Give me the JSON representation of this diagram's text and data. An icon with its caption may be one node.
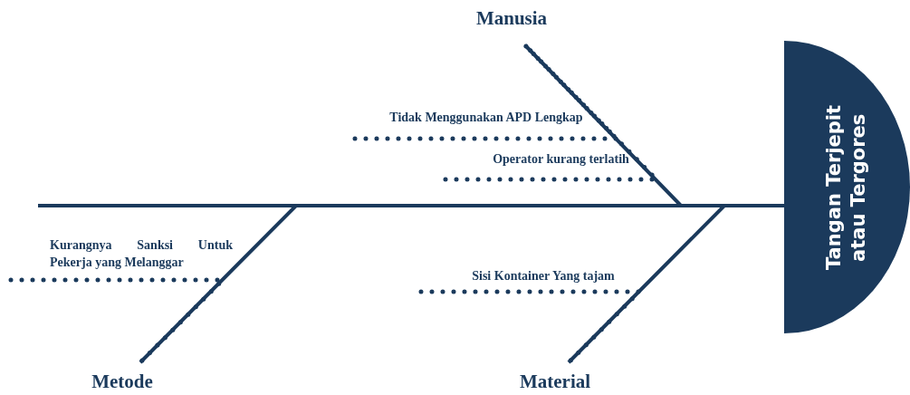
{
  "diagram": {
    "nodes": [
      {
        "text": [
          "Tangan Terjepit atau Tergores"
        ]
      },
      {
        "text": [
          "Manusia"
        ]
      },
      {
        "text": [
          "Tidak Menggunakan APD Lengkap"
        ]
      },
      {
        "text": [
          "Operator kurang terlatih"
        ]
      },
      {
        "text": [
          "Metode"
        ]
      },
      {
        "text": [
          "Kurangnya Sanksi Untuk Pekerja yang Melanggar"
        ]
      },
      {
        "text": [
          "Material"
        ]
      },
      {
        "text": [
          "Sisi Kontainer Yang tajam"
        ]
      }
    ],
    "edges": [
      {
        "from": 1,
        "to": 0,
        "arrow": "none"
      },
      {
        "from": 4,
        "to": 0,
        "arrow": "none"
      },
      {
        "from": 6,
        "to": 0,
        "arrow": "none"
      },
      {
        "from": 2,
        "to": 1,
        "arrow": "none",
        "style": "dashed"
      },
      {
        "from": 3,
        "to": 1,
        "arrow": "none",
        "style": "dashed"
      },
      {
        "from": 5,
        "to": 4,
        "arrow": "none",
        "style": "dashed"
      },
      {
        "from": 7,
        "to": 6,
        "arrow": "none",
        "style": "dashed"
      }
    ]
  }
}
